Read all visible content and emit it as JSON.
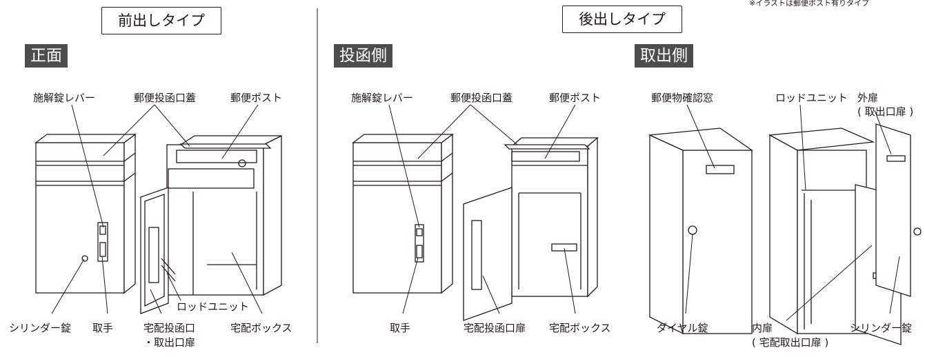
{
  "note": "※イラストは郵便ポスト有りタイプ",
  "types": {
    "front": "前出しタイプ",
    "rear": "後出しタイプ"
  },
  "badges": {
    "front_view": "正面",
    "insert_side": "投函側",
    "take_side": "取出側"
  },
  "labels": {
    "front": {
      "lock_lever": "施解錠レバー",
      "mail_lid": "郵便投函口蓋",
      "mail_post": "郵便ポスト",
      "rod_unit": "ロッドユニット",
      "cylinder_lock": "シリンダー錠",
      "handle": "取手",
      "door_line1": "宅配投函口",
      "door_line2": "・取出口扉",
      "delivery_box": "宅配ボックス"
    },
    "rear_insert": {
      "lock_lever": "施解錠レバー",
      "mail_lid": "郵便投函口蓋",
      "mail_post": "郵便ポスト",
      "handle": "取手",
      "door": "宅配投函口扉",
      "delivery_box": "宅配ボックス"
    },
    "rear_take": {
      "mail_window": "郵便物確認窓",
      "rod_unit": "ロッドユニット",
      "outer_door_line1": "外扉",
      "outer_door_line2": "( 取出口扉 )",
      "dial_lock": "ダイヤル錠",
      "inner_door_line1": "内扉",
      "inner_door_line2": "( 宅配取出口扉 )",
      "cylinder_lock": "シリンダー錠"
    }
  }
}
